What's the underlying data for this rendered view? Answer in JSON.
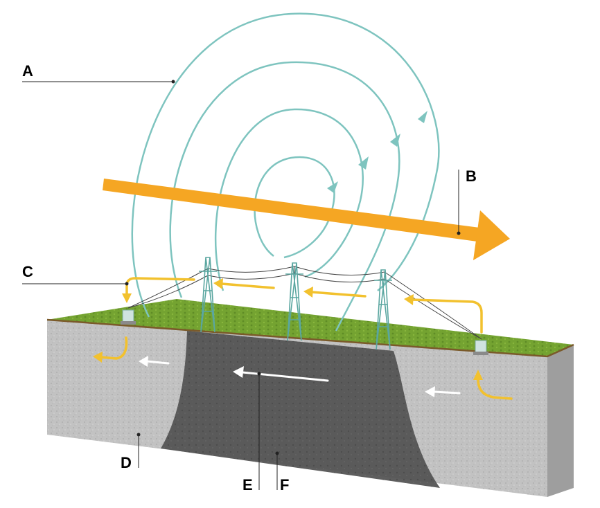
{
  "labels": {
    "a": "A",
    "b": "B",
    "c": "C",
    "d": "D",
    "e": "E",
    "f": "F"
  },
  "colors": {
    "field_lines": "#7ec4bf",
    "current_arrow": "#f5a623",
    "induced_current": "#f2c12e",
    "ground_flow": "#ffffff",
    "grass": "#6e9c2c",
    "rock_light": "#bdbdbd",
    "rock_dark": "#4c4c4c"
  },
  "icons": [
    "magnetic-field-ring",
    "electrojet-arrow",
    "transmission-tower",
    "transformer",
    "current-arrow"
  ]
}
